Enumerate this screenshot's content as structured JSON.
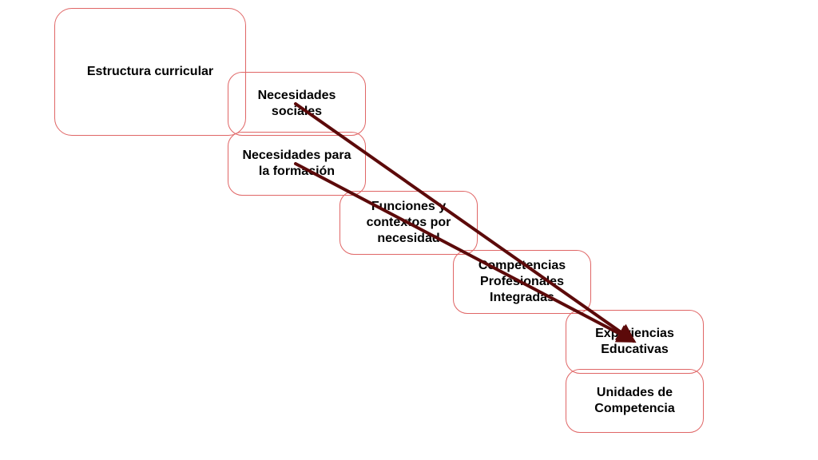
{
  "diagram": {
    "boxes": [
      {
        "id": "estructura",
        "label": "Estructura curricular"
      },
      {
        "id": "necesidades-sociales",
        "label": "Necesidades\nsociales"
      },
      {
        "id": "necesidades-formacion",
        "label": "Necesidades para\nla formación"
      },
      {
        "id": "funciones",
        "label": "Funciones y\ncontextos por\nnecesidad"
      },
      {
        "id": "competencias",
        "label": "Competencias\nProfesionales\nIntegradas"
      },
      {
        "id": "experiencias",
        "label": "Experiencias\nEducativas"
      },
      {
        "id": "unidades",
        "label": "Unidades de\nCompetencia"
      }
    ],
    "edges": [
      {
        "from": "necesidades-sociales",
        "to": "experiencias"
      },
      {
        "from": "necesidades-formacion",
        "to": "experiencias"
      }
    ],
    "colors": {
      "box_border": "#e06666",
      "arrow": "#5c0a0a",
      "text": "#000000"
    }
  }
}
